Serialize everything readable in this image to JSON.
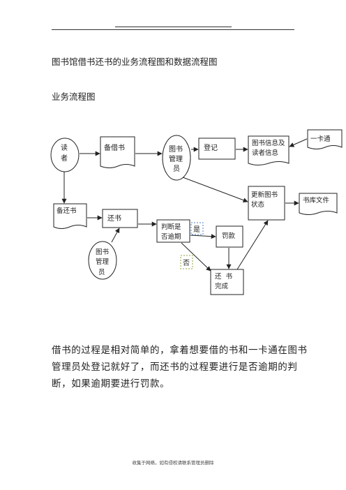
{
  "page": {
    "title": "图书馆借书还书的业务流程图和数据流程图",
    "section_heading": "业务流程图",
    "paragraph": "借书的过程是相对简单的，拿着想要借的书和一卡通在图书管理员处登记就好了，而还书的过程要进行是否逾期的判断，如果逾期要进行罚款。",
    "footer": "收集于网络，如有侵权请联系管理员删除"
  },
  "diagram": {
    "reader": [
      "读",
      "者"
    ],
    "borrow_book": "备借书",
    "librarian_top": [
      "图书",
      "管理",
      "员"
    ],
    "register": "登记",
    "book_info": [
      "图书信息及",
      "读者信息"
    ],
    "campus_card": "一卡通",
    "update_book": [
      "更新图书",
      "状态"
    ],
    "book_file": "书库文件",
    "return_book_prep": "备还书",
    "return_book": "还书",
    "judge": [
      "判断是",
      "否逾期"
    ],
    "yes": "是",
    "fine": "罚款",
    "no": "否",
    "return_done": [
      "还  书",
      "完成"
    ],
    "librarian_bottom": [
      "图书",
      "管理",
      "员"
    ]
  },
  "colors": {
    "yes_box": "#4a7fc1",
    "no_box": "#8aa83a",
    "stroke": "#222222"
  }
}
